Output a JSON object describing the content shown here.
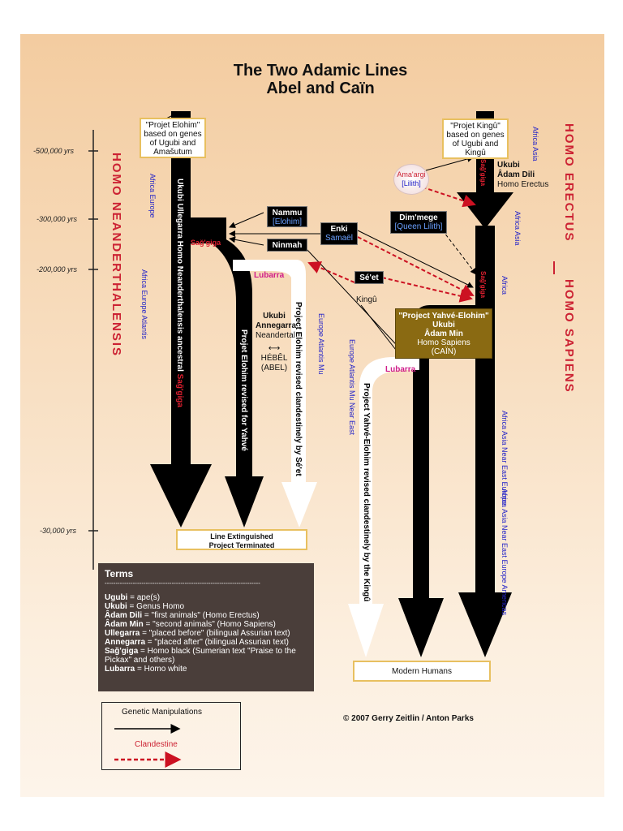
{
  "title": {
    "line1": "The Two Adamic Lines",
    "line2": "Abel and Caïn"
  },
  "timeline": [
    "-500,000 yrs",
    "-300,000 yrs",
    "-200,000 yrs",
    "-30,000 yrs"
  ],
  "side_labels": {
    "left": "HOMO NEANDERTHALENSIS",
    "right_top": "HOMO ERECTUS",
    "right_bottom": "HOMO SAPIENS"
  },
  "boxes": {
    "elohim": "\"Projet Elohim\" based on genes of Ugubi and Amašutum",
    "kingu": "\"Projet Kingû\" based on genes of Ugubi and Kingû",
    "extinguished_1": "Line Extinguished",
    "extinguished_2": "Project Terminated",
    "modern": "Modern Humans",
    "yahve_title": "\"Project Yahvé-Elohim\"",
    "yahve_l1": "Ukubi",
    "yahve_l2": "Âdam Min",
    "yahve_l3": "Homo Sapiens",
    "yahve_l4": "(CAÏN)"
  },
  "actors": {
    "nammu": "Nammu",
    "nammu_sub": "[Elohim]",
    "ninmah": "Ninmah",
    "enki": "Enki",
    "enki_sub": "Samaël",
    "dimmege": "Dim'mege",
    "dimmege_sub": "[Queen Lilith]",
    "seet": "Sé'et",
    "kingu": "Kingû",
    "amaargi": "Ama'argi",
    "amaargi_sub": "[Lilith]"
  },
  "labels": {
    "sagiga": "Sağ'giga",
    "sagiga_right": "Sağ'giga",
    "sagiga_mid": "Sağ'giga",
    "lubarra_left": "Lubarra",
    "lubarra_right": "Lubarra",
    "erectus_1": "Ukubi",
    "erectus_2": "Âdam Dili",
    "erectus_3": "Homo Erectus",
    "abel_1": "Ukubi",
    "abel_2": "Annegarra",
    "abel_3": "Neandertal",
    "abel_4": "HÉBÊL",
    "abel_5": "(ABEL)",
    "arrow_ugubi": "Ukubi Ullegarra Homo Neanderthalensis ancestral",
    "arrow_ugubi_red": "Sağ'giga",
    "arrow_revised": "Projet Elohim revised for Yahvé",
    "arrow_seet": "Project Elohim revised clandestinely by Sé'et",
    "arrow_kingu": "Project Yahvé-Elohim revised clandestinely by the Kingû"
  },
  "regions": {
    "r1": "Africa Europe",
    "r2": "Africa Europe Atlantis",
    "r3": "Europe Atlantis Mu",
    "r4": "Europe Atlantis Mu Near East",
    "r5": "Africa Asia",
    "r6": "Africa Asia",
    "r7": "Africa",
    "r8": "Africa Asia Near East Europe",
    "r9": "Africa Asia Near East Europe Americas"
  },
  "terms": {
    "heading": "Terms",
    "divider": "------------------------------------------------------------------------",
    "items": [
      {
        "term": "Ugubi",
        "def": " = ape(s)"
      },
      {
        "term": "Ukubi",
        "def": " = Genus Homo"
      },
      {
        "term": "Âdam Dili",
        "def": " = \"first animals\" (Homo Erectus)"
      },
      {
        "term": "Âdam Min",
        "def": " = \"second animals\" (Homo Sapiens)"
      },
      {
        "term": "Ullegarra",
        "def": " = \"placed before\" (bilingual Assurian text)"
      },
      {
        "term": "Annegarra",
        "def": " = \"placed after\" (bilingual Assurian text)"
      },
      {
        "term": "Sağ'giga",
        "def": " = Homo black (Sumerian text \"Praise to the Pickax\" and others)"
      },
      {
        "term": "Lubarra",
        "def": " = Homo white"
      }
    ]
  },
  "legend": {
    "genetic": "Genetic Manipulations",
    "clandestine": "Clandestine"
  },
  "copyright": "© 2007 Gerry Zeitlin / Anton Parks",
  "colors": {
    "red": "#cc2233",
    "blue": "#2424c8",
    "gold": "#e8c060",
    "line_red": "#cc1122"
  }
}
